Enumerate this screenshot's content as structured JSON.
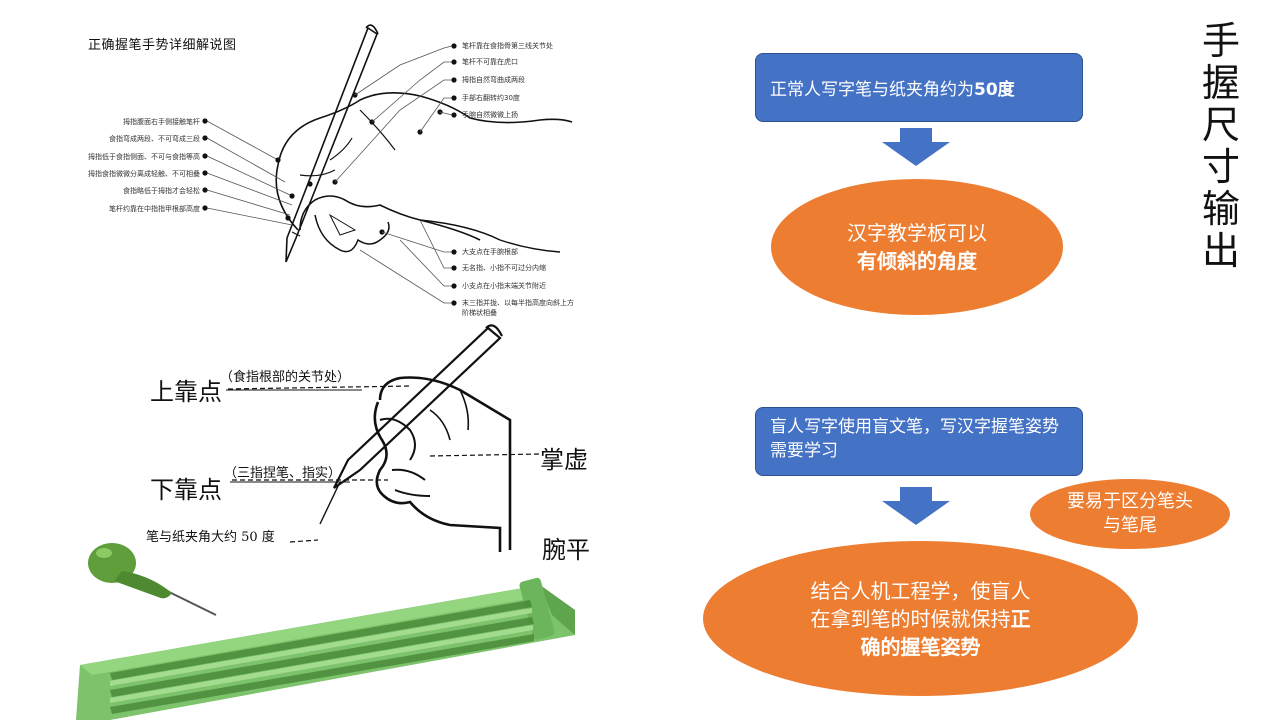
{
  "slide": {
    "vertical_title": [
      "手",
      "握",
      "尺",
      "寸",
      "输",
      "出"
    ]
  },
  "grip_figure": {
    "title": "正确握笔手势详细解说图",
    "left_notes": [
      "拇指腹面右手侧接触笔杆",
      "食指弯成两段、不可弯成三段",
      "拇指低于食指侧面、不可与食指等高",
      "拇指食指微微分离成轻触、不可相叠",
      "食指略低于拇指才会轻松",
      "笔杆约靠在中指指甲根部高度"
    ],
    "right_notes_top": [
      "笔杆靠在食指骨第三线关节处",
      "笔杆不可靠在虎口",
      "拇指自然弯曲成两段",
      "手部右翻转约30度",
      "手腕自然微微上扬"
    ],
    "right_notes_bottom": [
      "大支点在手腕根部",
      "无名指、小指不可过分内缩",
      "小支点在小指末端关节附近",
      "末三指并拢、以每半指高度向斜上方阶梯状相叠"
    ]
  },
  "writing_figure": {
    "upper_point": "上靠点",
    "upper_point_note": "（食指根部的关节处）",
    "lower_point": "下靠点",
    "lower_point_note": "（三指捏笔、指实）",
    "palm": "掌虚",
    "wrist": "腕平",
    "angle_note": "笔与纸夹角大约 50 度"
  },
  "flow": {
    "box1": {
      "text_before": "正常人写字笔与纸夹角约为",
      "text_bold": "50度"
    },
    "oval1": {
      "line1": "汉字教学板可以",
      "line2_bold": "有倾斜的角度"
    },
    "box2": {
      "text": "盲人写字使用盲文笔，写汉字握笔姿势需要学习"
    },
    "side_oval": {
      "text": "要易于区分笔头与笔尾"
    },
    "oval2": {
      "line1": "结合人机工程学，使盲人",
      "line2_normal": "在拿到笔的时候就保持",
      "line2_bold": "正",
      "line3_bold": "确的握笔姿势"
    }
  },
  "colors": {
    "blue_box": "#4472C4",
    "blue_border": "#2F528F",
    "orange": "#ED7D31",
    "arrow": "#4472C4",
    "slate_green": "#7CC36B"
  },
  "icons": [
    "hand-with-pen-sketch",
    "hand-writing-sketch",
    "braille-stylus",
    "braille-slate"
  ]
}
